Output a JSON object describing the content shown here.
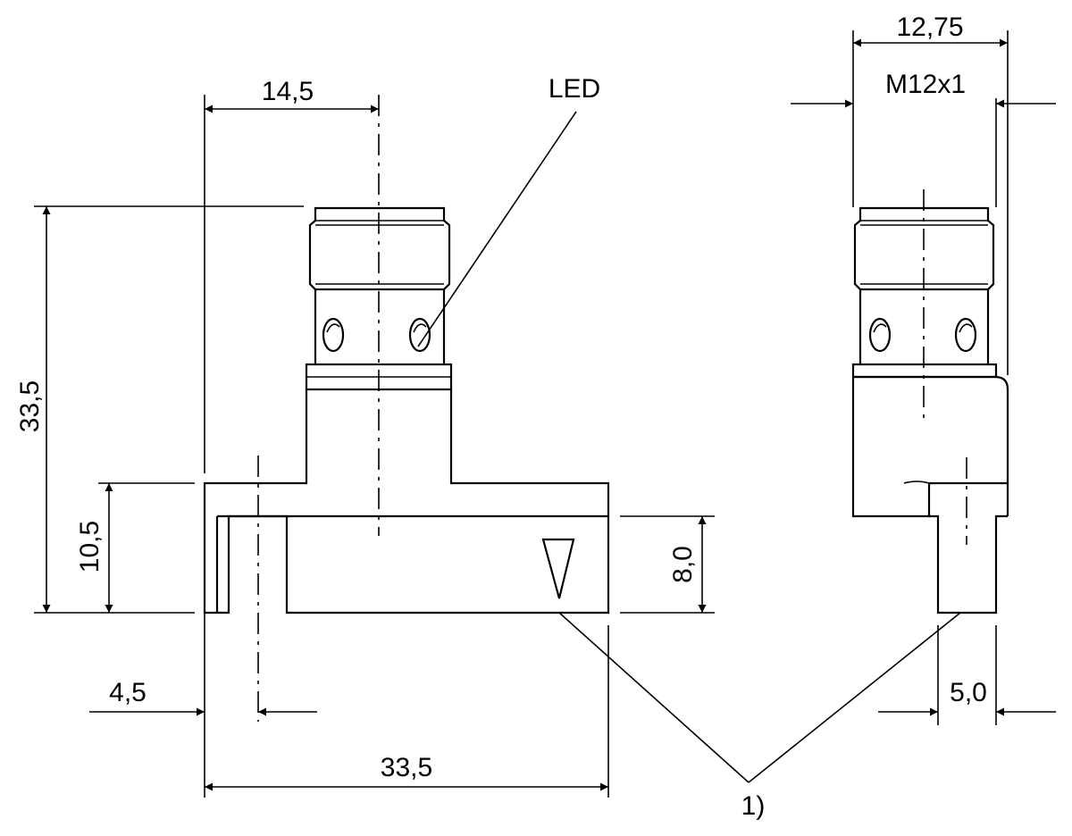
{
  "dimensions": {
    "top_width": "14,5",
    "total_height": "33,5",
    "step_height": "10,5",
    "body_thickness": "8,0",
    "slot_offset": "4,5",
    "total_width": "33,5",
    "side_width": "12,75",
    "thread": "M12x1",
    "side_slot": "5,0"
  },
  "labels": {
    "led": "LED",
    "note": "1)"
  }
}
